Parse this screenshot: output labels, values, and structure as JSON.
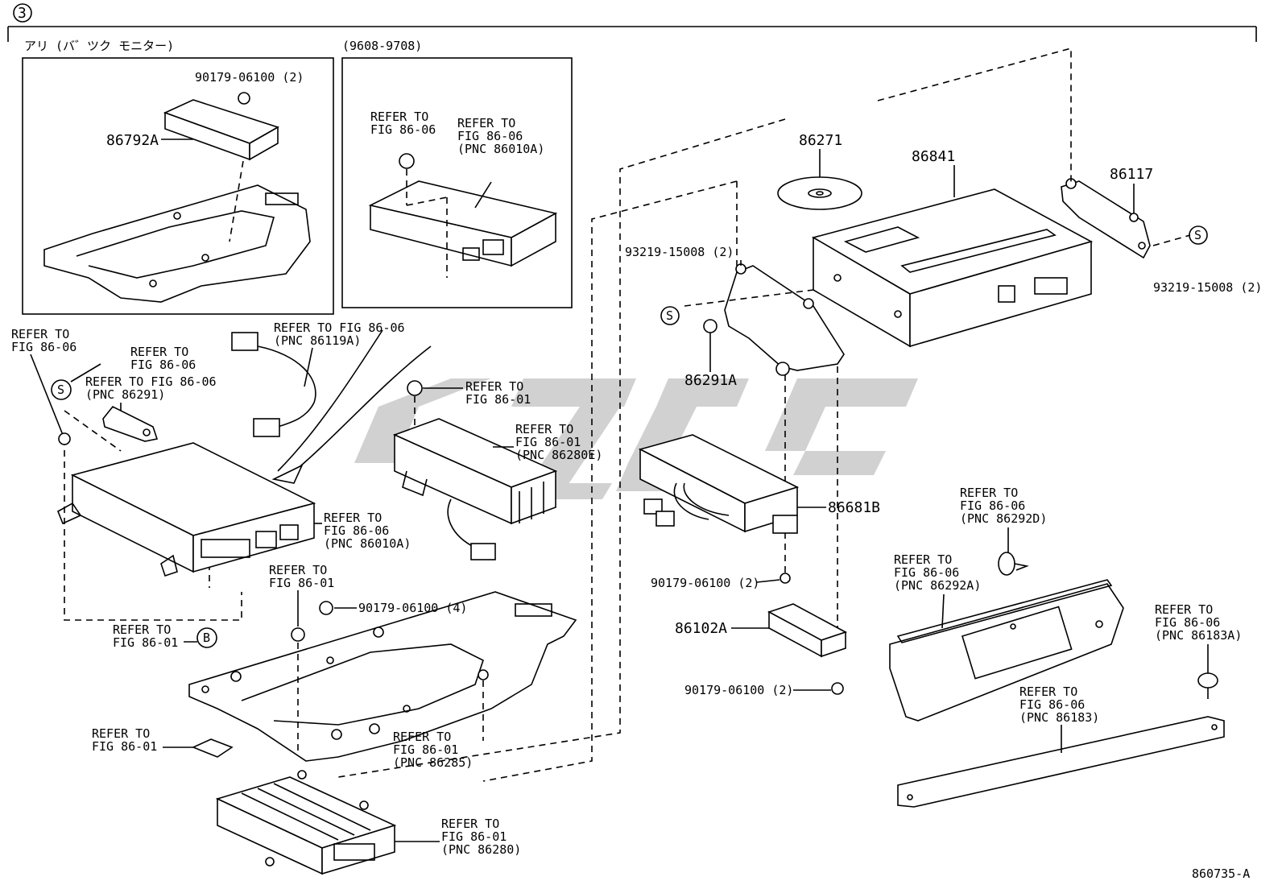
{
  "diagram": {
    "section_marker": "3",
    "inset_a_title": "アリ (バ゛ツク モニター)",
    "inset_b_title": "(9608-9708)",
    "figure_id": "860735-A",
    "labels": {
      "p90179_top": "90179-06100 (2)",
      "p86792A": "86792A",
      "rf_inset_1": "REFER TO",
      "rf_inset_1b": "FIG 86-06",
      "rf_inset_2": "REFER TO",
      "rf_inset_2b": "FIG 86-06",
      "rf_inset_2c": "(PNC 86010A)",
      "p86271": "86271",
      "p86841": "86841",
      "p86117": "86117",
      "p93219_left": "93219-15008 (2)",
      "p93219_right": "93219-15008 (2)",
      "p86291A": "86291A",
      "rf_86119A_a": "REFER TO FIG 86-06",
      "rf_86119A_b": "(PNC 86119A)",
      "rf_left_1a": "REFER TO",
      "rf_left_1b": "FIG 86-06",
      "rf_left_2a": "REFER TO",
      "rf_left_2b": "FIG 86-06",
      "rf_left_3a": "REFER TO FIG 86-06",
      "rf_left_3b": "(PNC 86291)",
      "rf_fig8601_top_a": "REFER TO",
      "rf_fig8601_top_b": "FIG 86-01",
      "rf_86280E_a": "REFER TO",
      "rf_86280E_b": "FIG 86-01",
      "rf_86280E_c": "(PNC 86280E)",
      "rf_86010A_a": "REFER TO",
      "rf_86010A_b": "FIG 86-06",
      "rf_86010A_c": "(PNC 86010A)",
      "p86681B": "86681B",
      "rf_86292D_a": "REFER TO",
      "rf_86292D_b": "FIG 86-06",
      "rf_86292D_c": "(PNC 86292D)",
      "rf_mid_8601_a": "REFER TO",
      "rf_mid_8601_b": "FIG 86-01",
      "p90179_4": "90179-06100 (4)",
      "p90179_mid": "90179-06100 (2)",
      "rf_86292A_a": "REFER TO",
      "rf_86292A_b": "FIG 86-06",
      "rf_86292A_c": "(PNC 86292A)",
      "rf_B_a": "REFER TO",
      "rf_B_b": "FIG 86-01",
      "p86102A": "86102A",
      "rf_86183A_a": "REFER TO",
      "rf_86183A_b": "FIG 86-06",
      "rf_86183A_c": "(PNC 86183A)",
      "p90179_low": "90179-06100 (2)",
      "rf_86183_a": "REFER TO",
      "rf_86183_b": "FIG 86-06",
      "rf_86183_c": "(PNC 86183)",
      "rf_86285_a": "REFER TO",
      "rf_86285_b": "FIG 86-01",
      "rf_86285_c": "(PNC 86285)",
      "rf_lowleft_a": "REFER TO",
      "rf_lowleft_b": "FIG 86-01",
      "rf_86280_a": "REFER TO",
      "rf_86280_b": "FIG 86-01",
      "rf_86280_c": "(PNC 86280)"
    },
    "symbols": {
      "s": "S",
      "b": "B"
    }
  }
}
